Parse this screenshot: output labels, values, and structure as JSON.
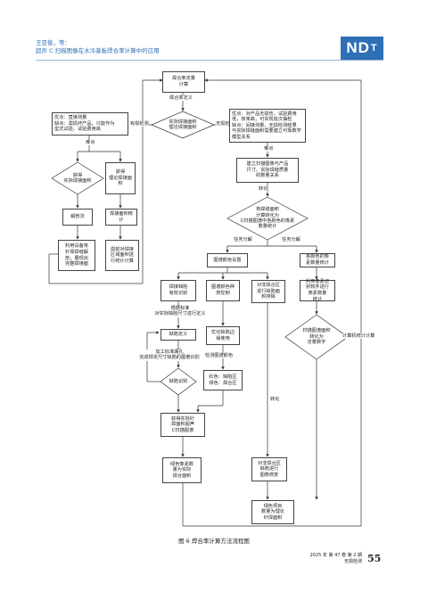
{
  "header": {
    "authors": "王亚俊，等：",
    "title": "超声 C 扫描图像在水冷基板焊合率计算中的应用"
  },
  "logo": {
    "main": "ND",
    "sub": "T"
  },
  "flow": {
    "start": "焊合率定量\n计算",
    "def_label": "焊合率定义",
    "decision_top": "实际焊接面积\n理论焊接面积",
    "with_ref": "有损检测",
    "without_ref": "无损检测",
    "left_pros": "优点：直接测量\n缺点：需损坏产品，只能作为\n型式试验，试验费用高",
    "right_pros": "优点：对产品无损伤，试验费用\n低，效率高，可实现批次抽检\n缺点：间接测量，无损检测结果\n与实际焊缝面积需要建立可靠数学\n模型关系",
    "weld_dec": "获得\n实际焊接面积",
    "theory_area": "获得\n理论焊接面积",
    "anatomy": "解剖法",
    "drawing": "焊接面积统计",
    "measure_left": "利用设备将\n针焊焊缝解\n剖，展现出\n完整焊接面",
    "measure_mid": "焊前对焊接\n区域面积进\n行统计计算",
    "build_model": "建立扫描图像与产品\n尺寸、实际焊缝质量\n的数量关系",
    "conv_label": "转化",
    "conv_dec": "将焊缝面积\n计算转化为\nC扫描图谱中各颜色的像素\n数量统计",
    "task_split_l": "任务分解",
    "task_split_r": "任务分解",
    "pixel_color": "图谱颜色设置",
    "pixel_count": "各颜色的像\n素数量统计",
    "defect_id": "焊接缺陷\n有效识别",
    "color_cls": "图谱颜色种\n类控制",
    "non_weld": "对非焊合区\n进行缺陷面\n积排除",
    "sw_count": "利用像素识\n别软件进行\n像素数量\n统计",
    "std_label": "根据标准\n对实际缺陷尺寸进行定义",
    "defect_def": "缺陷定义",
    "opt_color": "优化缺陷边\n缘使用",
    "mark_label": "加工标准漏孔\n完成规定尺寸缺陷的图谱识别",
    "adj_color": "检测图谱颜色",
    "scan_dec": "扫描图谱面积\n转化为\n定量数字",
    "calc_label": "计算机统计计算",
    "defect_rec": "缺陷识别",
    "red_green": "红色：缺陷区\n绿色：焊合区",
    "conv2": "转化",
    "get_scan": "获得实际针\n焊面积超声\nC扫描图谱",
    "green_px": "绿色像素数\n量为实际\n焊合面积",
    "repair": "对非焊合区\n缺陷进行\n图像修复",
    "green_item": "绿色项目\n数量为理论\n针焊面积"
  },
  "caption": "图 6    焊合率计算方法流程图",
  "page_number": "55",
  "journal": "2025 年 第 47 卷 第 2 期\n无损检测"
}
